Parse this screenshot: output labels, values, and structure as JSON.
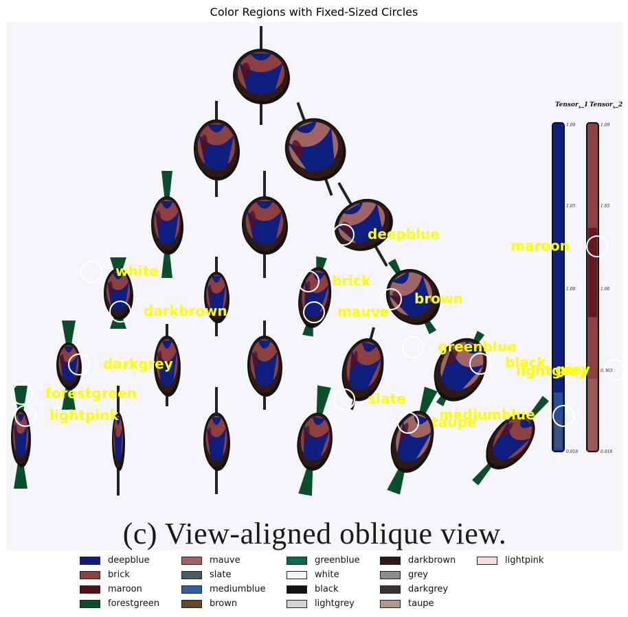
{
  "title": "Color Regions with Fixed-Sized Circles",
  "caption": "(c) View-aligned oblique view.",
  "colorbars": [
    {
      "header": "Tensor",
      "header_sub": "x",
      "header_suffix": "1",
      "ticks": [
        "1.09",
        "1.05",
        "1.00",
        "0.918"
      ]
    },
    {
      "header": "Tensor",
      "header_sub": "x",
      "header_suffix": "2",
      "ticks": [
        "1.09",
        "1.05",
        "1.00",
        "0.963",
        "0.918"
      ]
    }
  ],
  "markers": [
    {
      "label": "deepblue"
    },
    {
      "label": "maroon"
    },
    {
      "label": "white"
    },
    {
      "label": "brick"
    },
    {
      "label": "brown"
    },
    {
      "label": "darkbrown"
    },
    {
      "label": "mauve"
    },
    {
      "label": "greenblue"
    },
    {
      "label": "black"
    },
    {
      "label": "lightgrey"
    },
    {
      "label": "grey"
    },
    {
      "label": "darkgrey"
    },
    {
      "label": "forestgreen"
    },
    {
      "label": "slate"
    },
    {
      "label": "lightpink"
    },
    {
      "label": "mediumblue"
    },
    {
      "label": "taupe"
    }
  ],
  "legend": [
    {
      "label": "deepblue",
      "color": "#0f1f80"
    },
    {
      "label": "brick",
      "color": "#8c4040"
    },
    {
      "label": "maroon",
      "color": "#5a1018"
    },
    {
      "label": "forestgreen",
      "color": "#0a4f2a"
    },
    {
      "label": "mauve",
      "color": "#a06464"
    },
    {
      "label": "slate",
      "color": "#4a5a66"
    },
    {
      "label": "mediumblue",
      "color": "#2e5fa8"
    },
    {
      "label": "brown",
      "color": "#6a4628"
    },
    {
      "label": "greenblue",
      "color": "#0a6a52"
    },
    {
      "label": "white",
      "color": "#f5f4f9"
    },
    {
      "label": "black",
      "color": "#121212"
    },
    {
      "label": "lightgrey",
      "color": "#d4d4d4"
    },
    {
      "label": "darkbrown",
      "color": "#2e1a14"
    },
    {
      "label": "grey",
      "color": "#8a8a8a"
    },
    {
      "label": "darkgrey",
      "color": "#3a3438"
    },
    {
      "label": "taupe",
      "color": "#b4968a"
    },
    {
      "label": "lightpink",
      "color": "#f8dcdc"
    }
  ]
}
